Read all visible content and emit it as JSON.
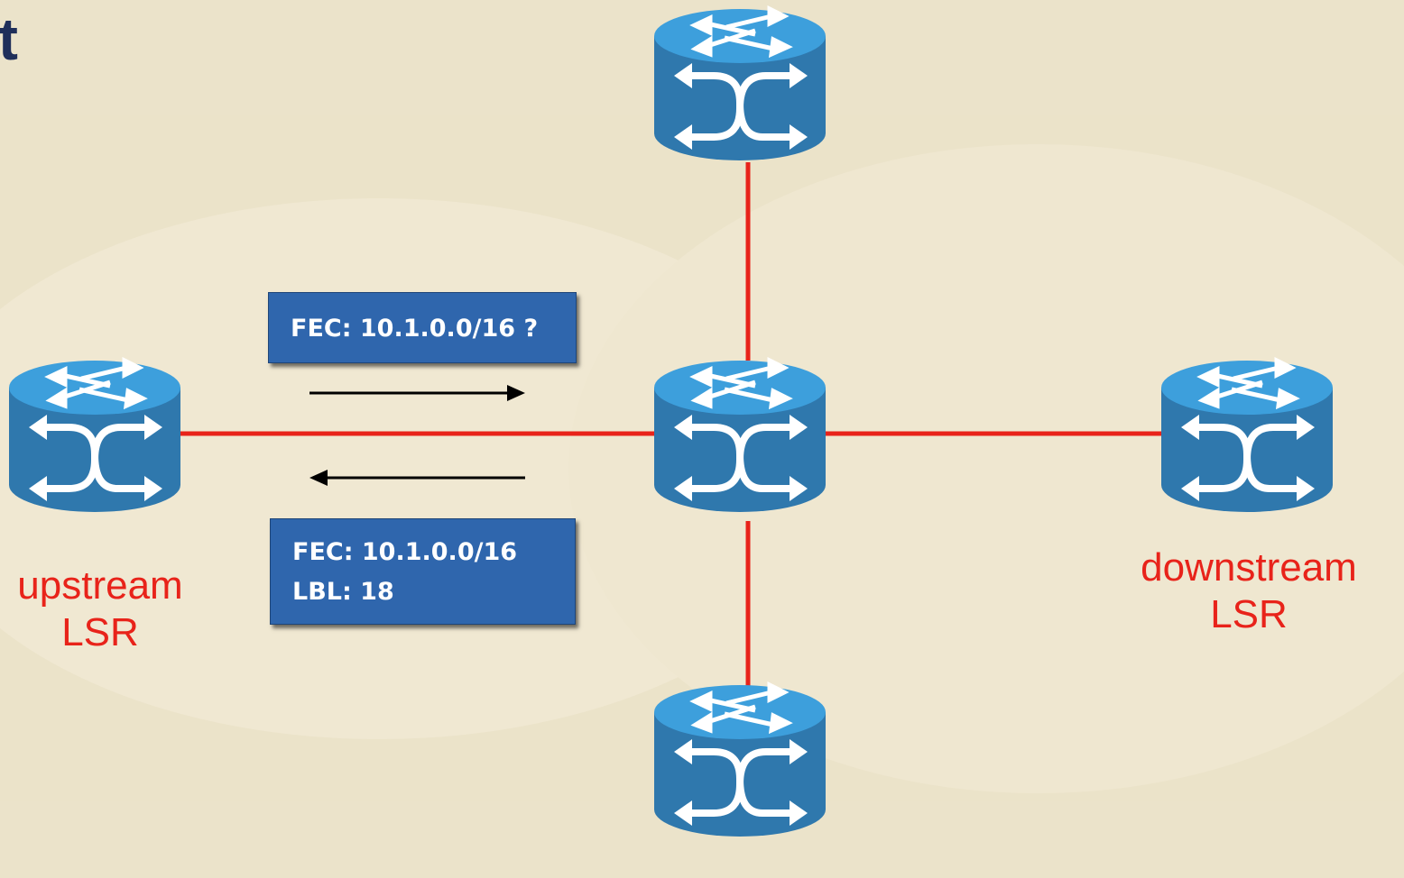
{
  "colors": {
    "background": "#efe7cf",
    "link": "#e8231a",
    "router_body": "#2f78ad",
    "router_top": "#3d9fdc",
    "message_box": "#2f66ad",
    "label_text": "#e8231a"
  },
  "corner_text": "t",
  "messages": {
    "request": "FEC: 10.1.0.0/16 ?",
    "reply_line1": "FEC: 10.1.0.0/16",
    "reply_line2": "LBL: 18"
  },
  "labels": {
    "upstream_line1": "upstream",
    "upstream_line2": "LSR",
    "downstream_line1": "downstream",
    "downstream_line2": "LSR"
  },
  "routers": [
    {
      "id": "router-top",
      "icon": "router-icon"
    },
    {
      "id": "router-center",
      "icon": "router-icon"
    },
    {
      "id": "router-left",
      "icon": "router-icon"
    },
    {
      "id": "router-right",
      "icon": "router-icon"
    },
    {
      "id": "router-bottom",
      "icon": "router-icon"
    }
  ]
}
